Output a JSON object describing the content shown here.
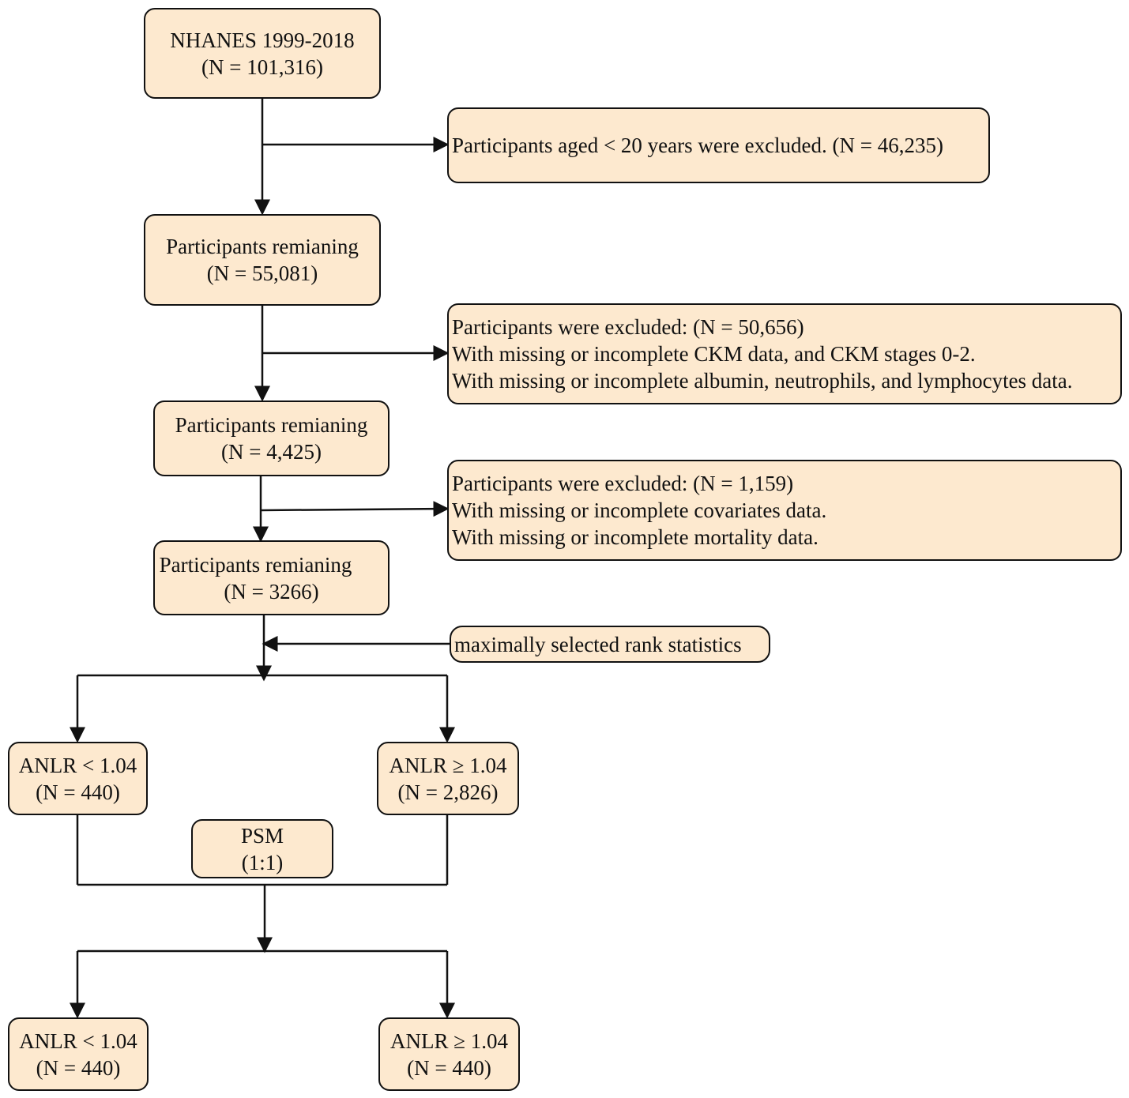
{
  "boxes": {
    "nhanes": {
      "line1": "NHANES 1999-2018",
      "line2": "(N = 101,316)"
    },
    "excluded_age": {
      "line1": "Participants aged < 20 years were excluded. (N = 46,235)"
    },
    "remaining_1": {
      "line1": "Participants remianing",
      "line2": "(N = 55,081)"
    },
    "excluded_ckm": {
      "line1": "Participants were excluded: (N = 50,656)",
      "line2": "With missing or incomplete CKM data, and CKM stages 0-2.",
      "line3": "With missing or incomplete albumin, neutrophils, and lymphocytes data."
    },
    "remaining_2": {
      "line1": "Participants remianing",
      "line2": "(N = 4,425)"
    },
    "excluded_covariates": {
      "line1": "Participants were excluded: (N = 1,159)",
      "line2": "With missing or incomplete covariates data.",
      "line3": "With missing or incomplete mortality data."
    },
    "remaining_3": {
      "line1": "Participants remianing",
      "line2": "(N = 3266)"
    },
    "rank_statistics": {
      "line1": "maximally selected rank statistics"
    },
    "anlr_low_pre": {
      "line1": "ANLR < 1.04",
      "line2": "(N = 440)"
    },
    "anlr_high_pre": {
      "line1": "ANLR ≥ 1.04",
      "line2": "(N = 2,826)"
    },
    "psm": {
      "line1": "PSM",
      "line2": "(1:1)"
    },
    "anlr_low_post": {
      "line1": "ANLR < 1.04",
      "line2": "(N = 440)"
    },
    "anlr_high_post": {
      "line1": "ANLR ≥ 1.04",
      "line2": "(N = 440)"
    }
  },
  "colors": {
    "box_fill": "#fde9cf",
    "box_border": "#111111",
    "connector": "#111111"
  }
}
